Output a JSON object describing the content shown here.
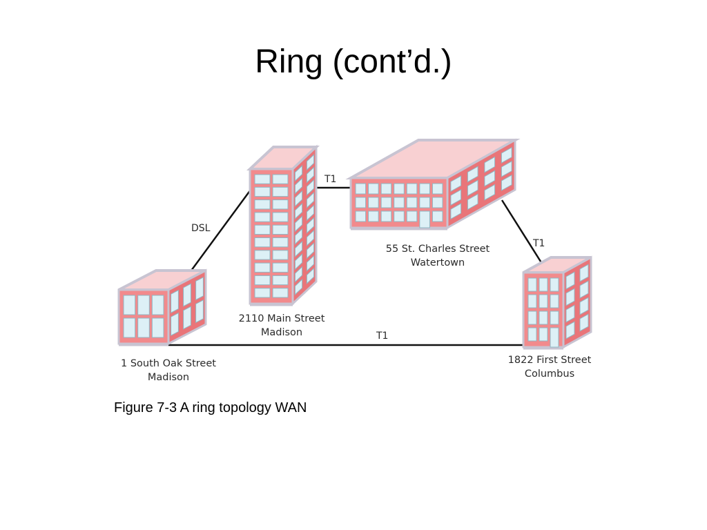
{
  "title": "Ring (cont’d.)",
  "caption": "Figure 7-3 A ring topology WAN",
  "colors": {
    "roof": "#f8d0d2",
    "roof_edge": "#c8c4d2",
    "wall": "#f28a8c",
    "window": "#ddf0f6",
    "accent": "#e5505c",
    "link": "#111111"
  },
  "buildings": [
    {
      "id": "madison-tower",
      "line1": "2110 Main Street",
      "line2": "Madison"
    },
    {
      "id": "watertown",
      "line1": "55 St. Charles Street",
      "line2": "Watertown"
    },
    {
      "id": "columbus",
      "line1": "1822 First Street",
      "line2": "Columbus"
    },
    {
      "id": "south-oak",
      "line1": "1 South Oak Street",
      "line2": "Madison"
    }
  ],
  "links": [
    {
      "from": "south-oak",
      "to": "madison-tower",
      "label": "DSL"
    },
    {
      "from": "madison-tower",
      "to": "watertown",
      "label": "T1"
    },
    {
      "from": "watertown",
      "to": "columbus",
      "label": "T1"
    },
    {
      "from": "south-oak",
      "to": "columbus",
      "label": "T1"
    }
  ]
}
